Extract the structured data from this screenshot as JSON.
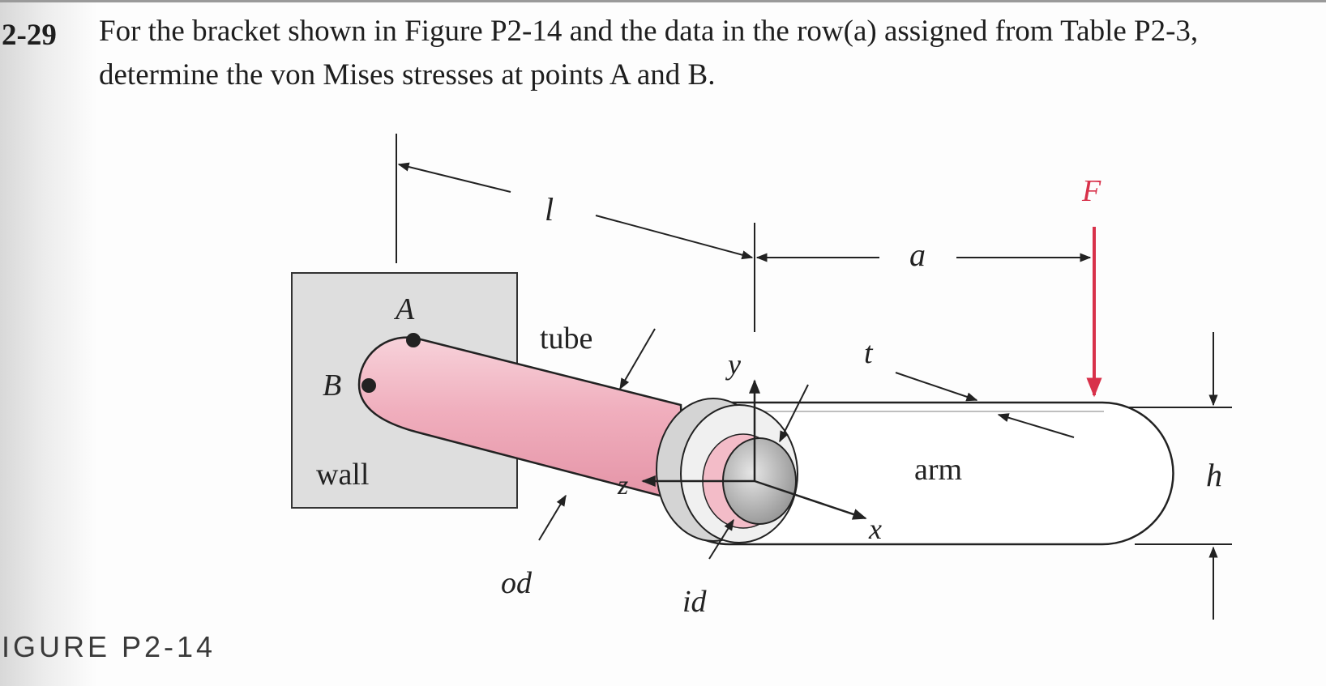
{
  "problem": {
    "number": "2-29",
    "text": "For the bracket shown in Figure P2-14 and the data in the row(a) assigned from Table P2-3, determine the von Mises stresses at points A and B."
  },
  "figure": {
    "caption": "IGURE P2-14",
    "labels": {
      "length": "l",
      "offset": "a",
      "force": "F",
      "point_a": "A",
      "point_b": "B",
      "tube": "tube",
      "wall": "wall",
      "arm": "arm",
      "axis_y": "y",
      "axis_z": "z",
      "axis_x": "x",
      "thickness": "t",
      "height": "h",
      "outer_diameter": "od",
      "inner_diameter": "id"
    },
    "colors": {
      "force": "#d8314a",
      "tube": "#f0b3c0",
      "wall": "#dedede",
      "line": "#222222"
    }
  }
}
